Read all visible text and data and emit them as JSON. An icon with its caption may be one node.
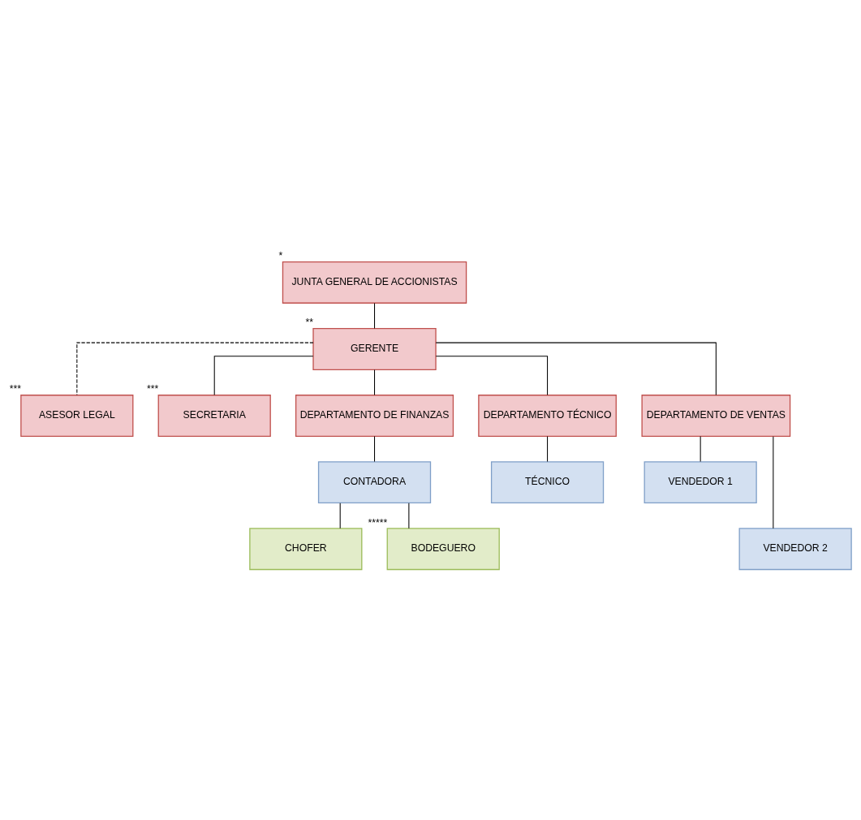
{
  "diagram": {
    "nodes": [
      {
        "text": [
          "JUNTA GENERAL DE ACCIONISTAS"
        ],
        "beside": [
          "*"
        ]
      },
      {
        "text": [
          "GERENTE"
        ],
        "beside": [
          "**"
        ]
      },
      {
        "text": [
          "ASESOR LEGAL"
        ],
        "beside": [
          "***"
        ]
      },
      {
        "text": [
          "SECRETARIA"
        ],
        "beside": [
          "***"
        ]
      },
      {
        "text": [
          "DEPARTAMENTO DE FINANZAS"
        ]
      },
      {
        "text": [
          "DEPARTAMENTO TÉCNICO"
        ]
      },
      {
        "text": [
          "DEPARTAMENTO DE VENTAS"
        ]
      },
      {
        "text": [
          "CONTADORA"
        ]
      },
      {
        "text": [
          "TÉCNICO"
        ]
      },
      {
        "text": [
          "VENDEDOR 1"
        ]
      },
      {
        "text": [
          "VENDEDOR 2"
        ]
      },
      {
        "text": [
          "CHOFER"
        ]
      },
      {
        "text": [
          "BODEGUERO"
        ],
        "beside": [
          "*****"
        ]
      }
    ],
    "edges": [
      {
        "from": 0,
        "to": 1,
        "arrow": "none"
      },
      {
        "from": 1,
        "to": 2,
        "arrow": "none",
        "style": "dashed"
      },
      {
        "from": 1,
        "to": 3,
        "arrow": "none"
      },
      {
        "from": 1,
        "to": 4,
        "arrow": "none"
      },
      {
        "from": 1,
        "to": 5,
        "arrow": "none"
      },
      {
        "from": 1,
        "to": 6,
        "arrow": "none"
      },
      {
        "from": 4,
        "to": 7,
        "arrow": "none"
      },
      {
        "from": 5,
        "to": 8,
        "arrow": "none"
      },
      {
        "from": 6,
        "to": 9,
        "arrow": "none"
      },
      {
        "from": 6,
        "to": 10,
        "arrow": "none"
      },
      {
        "from": 7,
        "to": 11,
        "arrow": "none"
      },
      {
        "from": 7,
        "to": 12,
        "arrow": "none"
      }
    ]
  }
}
